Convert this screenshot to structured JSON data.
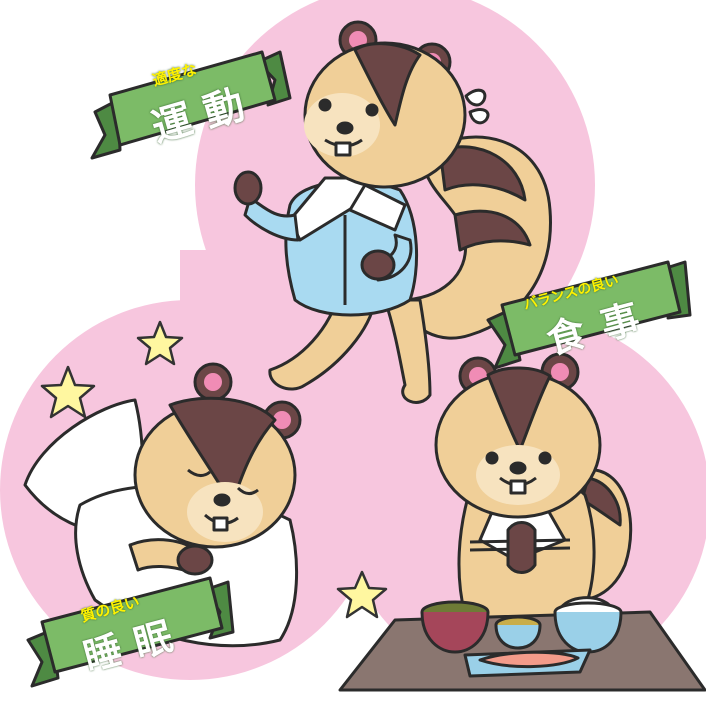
{
  "banners": {
    "exercise": {
      "sub": "適度な",
      "main": "運動"
    },
    "diet": {
      "sub": "バランスの良い",
      "main": "食事"
    },
    "sleep": {
      "sub": "質の良い",
      "main": "睡眠"
    }
  },
  "colors": {
    "blob": "#f7c6de",
    "ribbon": "#7cbb67",
    "ribbon_dark": "#4e8a43",
    "fur": "#f0cf98",
    "fur_dark": "#6b4646",
    "ear_inner": "#f08cb5",
    "shirt": "#a9daf1",
    "star": "#fff7a0"
  }
}
